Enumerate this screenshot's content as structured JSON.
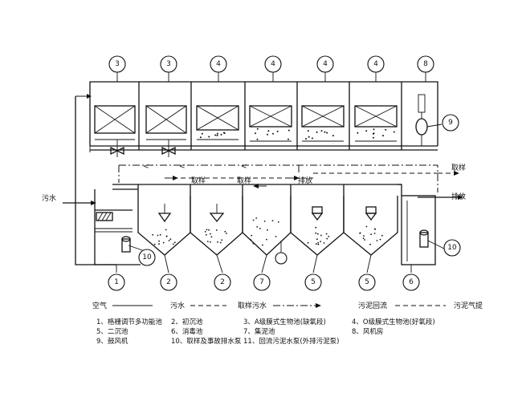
{
  "unit_labels": {
    "top": [
      "3",
      "3",
      "4",
      "4",
      "4",
      "4",
      "8"
    ],
    "bottom": [
      "1",
      "2",
      "2",
      "7",
      "5",
      "5",
      "6"
    ],
    "pump_left": "10",
    "pump_right": "10",
    "fan": "9"
  },
  "flow_labels": {
    "sewage_in": "污水",
    "sampling_right": "取样",
    "discharge_right": "排放",
    "sampling_1": "取样",
    "sampling_2": "取样",
    "discharge_mid": "排放"
  },
  "legend": {
    "air": "空气",
    "sewage": "污水",
    "sample_sewage": "取样污水",
    "sludge_return": "污泥回流",
    "sludge_airlift": "污泥气提"
  },
  "notes": [
    [
      "1、格栅调节多功能池",
      "2、初沉池",
      "3、A级膜式生物池(缺氧段)",
      "4、O级膜式生物池(好氧段)"
    ],
    [
      "5、二沉池",
      "6、消毒池",
      "7、集泥池",
      "8、风机房"
    ],
    [
      "9、鼓风机",
      "10、取样及事故排水泵",
      "11、回流污泥水泵(外排污泥泵)"
    ]
  ]
}
